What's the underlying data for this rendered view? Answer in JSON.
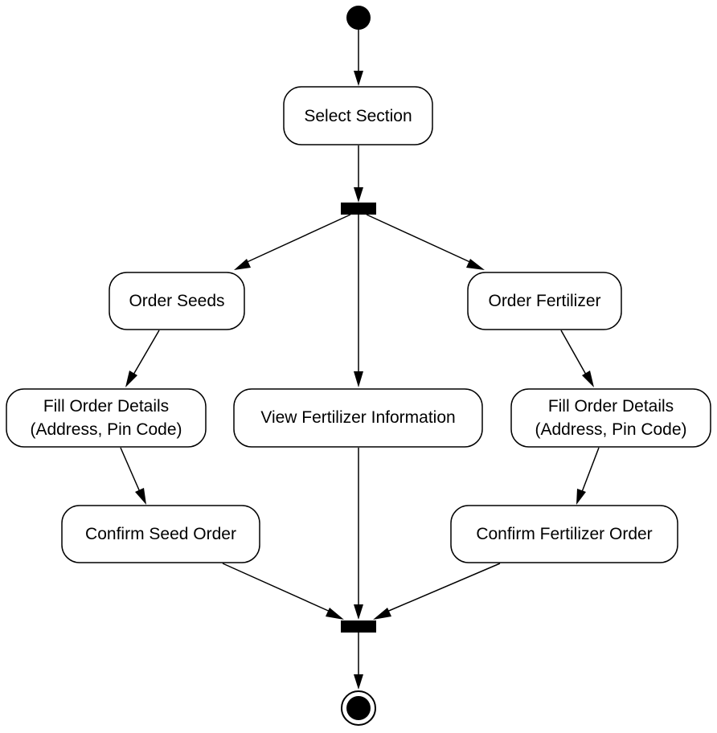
{
  "diagram": {
    "type": "uml-activity",
    "nodes": {
      "select_section": "Select Section",
      "order_seeds": "Order Seeds",
      "order_fertilizer": "Order Fertilizer",
      "fill_seed_line1": "Fill Order Details",
      "fill_seed_line2": "(Address, Pin Code)",
      "view_info": "View Fertilizer Information",
      "fill_fert_line1": "Fill Order Details",
      "fill_fert_line2": "(Address, Pin Code)",
      "confirm_seed": "Confirm Seed Order",
      "confirm_fert": "Confirm Fertilizer Order"
    },
    "flows": [
      [
        "start",
        "select_section"
      ],
      [
        "select_section",
        "fork"
      ],
      [
        "fork",
        "order_seeds"
      ],
      [
        "fork",
        "view_info"
      ],
      [
        "fork",
        "order_fertilizer"
      ],
      [
        "order_seeds",
        "fill_seed"
      ],
      [
        "order_fertilizer",
        "fill_fert"
      ],
      [
        "fill_seed",
        "confirm_seed"
      ],
      [
        "fill_fert",
        "confirm_fert"
      ],
      [
        "confirm_seed",
        "join"
      ],
      [
        "view_info",
        "join"
      ],
      [
        "confirm_fert",
        "join"
      ],
      [
        "join",
        "end"
      ]
    ],
    "colors": {
      "stroke": "#000000",
      "fill": "#ffffff"
    }
  }
}
